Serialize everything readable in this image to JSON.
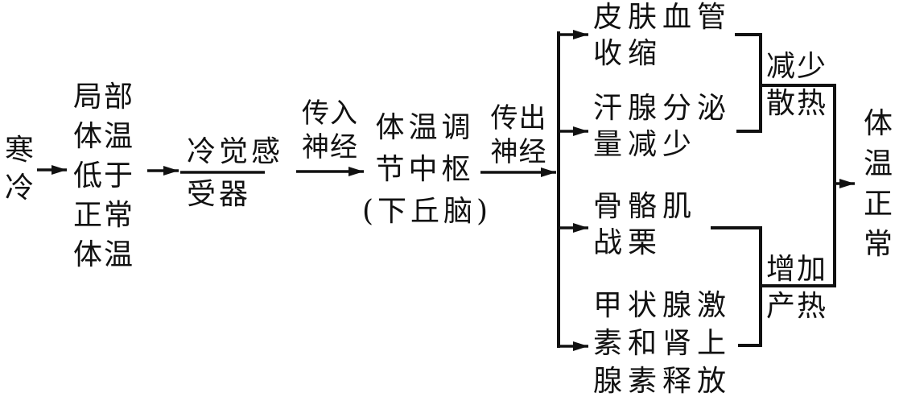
{
  "colors": {
    "line": "#111111",
    "text": "#111111",
    "background": "#ffffff"
  },
  "nodes": {
    "cold": {
      "lines": [
        "寒",
        "冷"
      ]
    },
    "local_temp": {
      "lines": [
        "局部",
        "体温",
        "低于",
        "正常",
        "体温"
      ]
    },
    "cold_receptor": {
      "top": "冷觉感",
      "bottom": "受器"
    },
    "afferent_nerve": {
      "lines": [
        "传入",
        "神经"
      ]
    },
    "regulation_center": {
      "lines": [
        "体温调",
        "节中枢",
        "(下丘脑)"
      ]
    },
    "efferent_nerve": {
      "lines": [
        "传出",
        "神经"
      ]
    },
    "skin_vessels": {
      "lines": [
        "皮肤血管",
        "收缩"
      ]
    },
    "sweat_glands": {
      "lines": [
        "汗腺分泌",
        "量减少"
      ]
    },
    "skeletal_muscle": {
      "lines": [
        "骨骼肌",
        "战栗"
      ]
    },
    "hormones": {
      "lines": [
        "甲状腺激",
        "素和肾上",
        "腺素释放"
      ]
    },
    "reduce_heat_loss": {
      "lines": [
        "减少",
        "散热"
      ]
    },
    "increase_heat_production": {
      "lines": [
        "增加",
        "产热"
      ]
    },
    "normal_temp": {
      "lines": [
        "体",
        "温",
        "正",
        "常"
      ]
    }
  }
}
